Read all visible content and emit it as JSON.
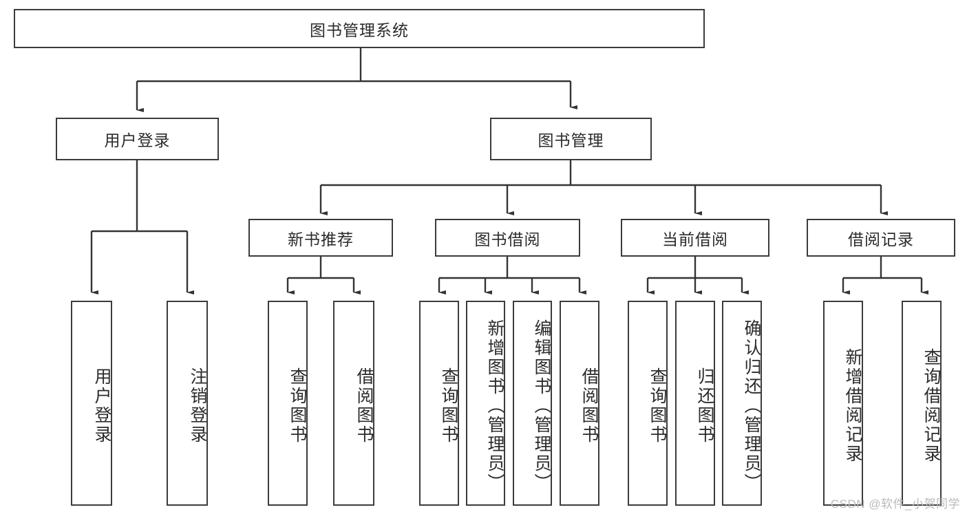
{
  "diagram": {
    "title": "图书管理系统",
    "type": "hierarchy-tree",
    "root": {
      "label": "图书管理系统"
    },
    "level2": [
      {
        "label": "用户登录"
      },
      {
        "label": "图书管理"
      }
    ],
    "level3": [
      {
        "label": "新书推荐"
      },
      {
        "label": "图书借阅"
      },
      {
        "label": "当前借阅"
      },
      {
        "label": "借阅记录"
      }
    ],
    "leaves": [
      {
        "label": "用户登录"
      },
      {
        "label": "注销登录"
      },
      {
        "label": "查询图书"
      },
      {
        "label": "借阅图书"
      },
      {
        "label": "查询图书"
      },
      {
        "label": "新增图书（管理员）"
      },
      {
        "label": "编辑图书（管理员）"
      },
      {
        "label": "借阅图书"
      },
      {
        "label": "查询图书"
      },
      {
        "label": "归还图书"
      },
      {
        "label": "确认归还（管理员）"
      },
      {
        "label": "新增借阅记录"
      },
      {
        "label": "查询借阅记录"
      }
    ],
    "watermark": "CSDN @软件_小贺同学",
    "colors": {
      "stroke": "#3b3b3b",
      "fill": "#ffffff",
      "text": "#2b2b2b",
      "watermark": "#b9b9b9"
    }
  }
}
